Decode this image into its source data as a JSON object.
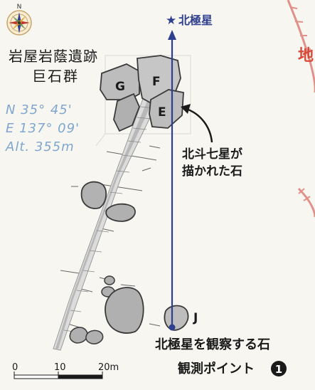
{
  "site": {
    "name_line1": "岩屋岩蔭遺跡",
    "name_line2": "巨石群"
  },
  "compass": {
    "north_label": "N"
  },
  "coordinates": {
    "latitude": "N 35° 45'",
    "longitude": "E 137° 09'",
    "altitude": "Alt. 355m"
  },
  "north_star": {
    "symbol": "★",
    "label": "北極星"
  },
  "partial_label": "地",
  "rocks": {
    "g": "G",
    "f": "F",
    "e": "E",
    "j": "J"
  },
  "annotations": {
    "big_dipper_line1": "北斗七星が",
    "big_dipper_line2": "描かれた石",
    "polaris_stone": "北極星を観察する石",
    "observation_point": "観測ポイント",
    "observation_number": "1"
  },
  "scale_bar": {
    "labels": [
      "0",
      "10",
      "20m"
    ]
  },
  "colors": {
    "background": "#f7f6f1",
    "text_dark": "#1a1a1a",
    "coord_blue": "#7fa6cf",
    "north_line": "#2f3f8f",
    "arc_red": "#e0918a",
    "partial_red": "#d94a3a",
    "rock_fill": "#bdbdbd",
    "rock_stroke": "#3a3a3a"
  }
}
